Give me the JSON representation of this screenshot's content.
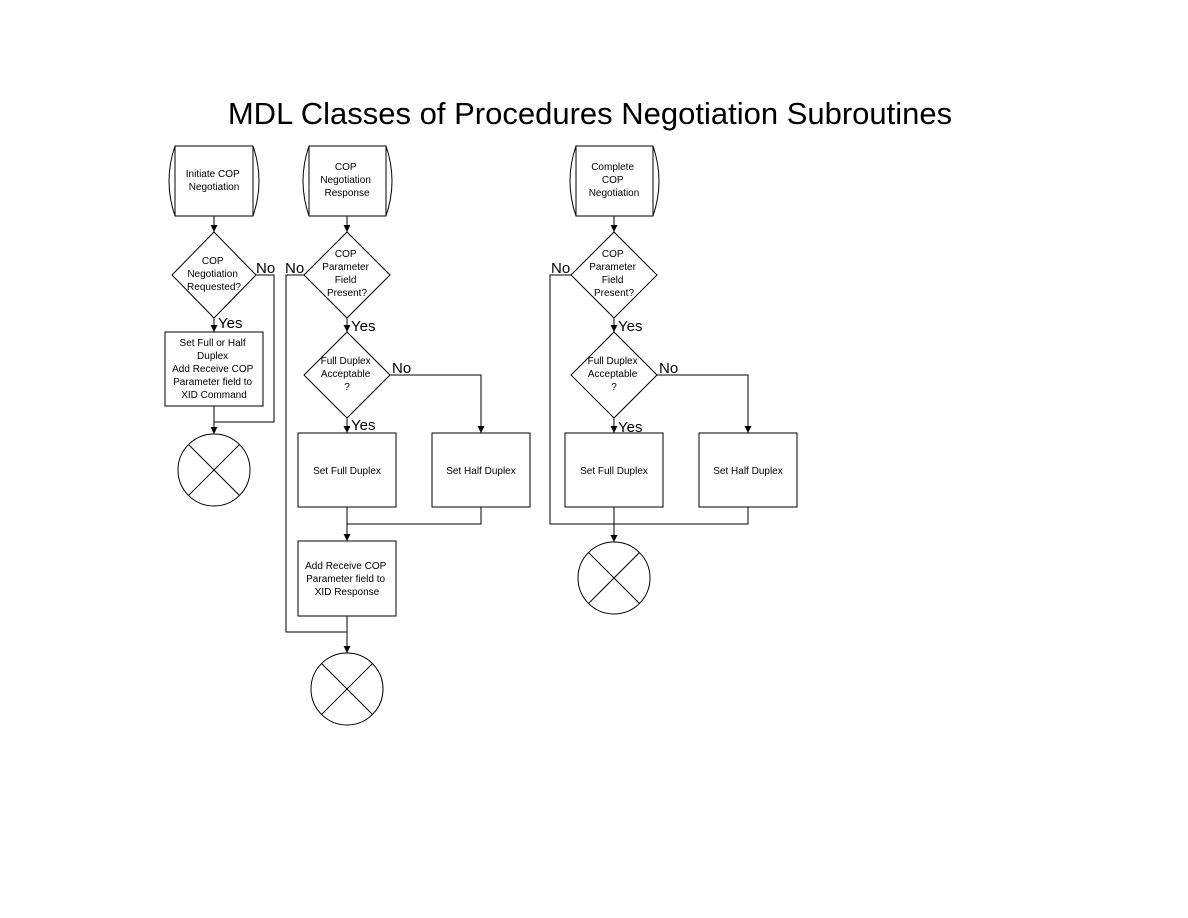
{
  "title": "MDL Classes of Procedures Negotiation Subroutines",
  "branch_labels": {
    "yes": "Yes",
    "no": "No"
  },
  "flow_1": {
    "start": [
      "Initiate COP",
      "Negotiation"
    ],
    "decision": [
      "COP",
      "Negotiation",
      "Requested?"
    ],
    "process": [
      "Set Full or Half",
      "Duplex",
      "Add Receive COP",
      "Parameter field to",
      "XID Command"
    ]
  },
  "flow_2": {
    "start": [
      "COP",
      "Negotiation",
      "Response"
    ],
    "decision_param": [
      "COP",
      "Parameter",
      "Field",
      "Present?"
    ],
    "decision_duplex": [
      "Full Duplex",
      "Acceptable",
      "?"
    ],
    "set_full": "Set Full Duplex",
    "set_half": "Set Half Duplex",
    "process": [
      "Add Receive COP",
      "Parameter field to",
      "XID Response"
    ]
  },
  "flow_3": {
    "start": [
      "Complete",
      "COP",
      "Negotiation"
    ],
    "decision_param": [
      "COP",
      "Parameter",
      "Field",
      "Present?"
    ],
    "decision_duplex": [
      "Full Duplex",
      "Acceptable",
      "?"
    ],
    "set_full": "Set Full Duplex",
    "set_half": "Set Half Duplex"
  }
}
